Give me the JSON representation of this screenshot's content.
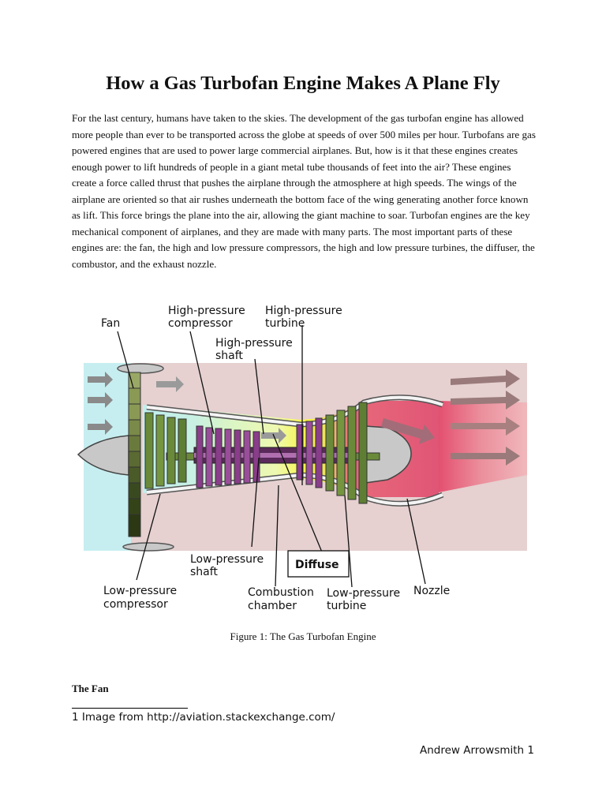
{
  "document": {
    "title": "How a Gas Turbofan Engine Makes A Plane Fly",
    "intro_paragraph": "For the last century, humans have taken to the skies. The development of the gas turbofan engine has allowed more people than ever to be transported across the globe at speeds of over 500 miles per hour. Turbofans are gas powered engines that are used to power large commercial airplanes. But, how is it that these engines creates enough power to lift hundreds of people in a giant metal tube thousands of feet into the air? These engines create a force called thrust that pushes the airplane through the atmosphere at high speeds. The wings of the airplane are oriented so that air rushes underneath the bottom face of the wing generating another force known as lift. This force brings the plane into the air, allowing the giant machine to soar. Turbofan engines are the key mechanical component of airplanes, and they are made with many parts. The most important parts of these engines are: the fan, the high and low pressure compressors, the high and low pressure turbines, the diffuser, the combustor, and the exhaust nozzle.",
    "figure_caption": "Figure 1: The Gas Turbofan Engine",
    "section_heading": "The Fan",
    "footnote": "1 Image from http://aviation.stackexchange.com/",
    "footer": "Andrew Arrowsmith 1"
  },
  "diagram": {
    "labels": {
      "fan": "Fan",
      "hp_compressor_1": "High-pressure",
      "hp_compressor_2": "compressor",
      "hp_turbine_1": "High-pressure",
      "hp_turbine_2": "turbine",
      "hp_shaft_1": "High-pressure",
      "hp_shaft_2": "shaft",
      "lp_shaft_1": "Low-pressure",
      "lp_shaft_2": "shaft",
      "diffuse": "Diffuse",
      "lp_compressor_1": "Low-pressure",
      "lp_compressor_2": "compressor",
      "combustion_1": "Combustion",
      "combustion_2": "chamber",
      "lp_turbine_1": "Low-pressure",
      "lp_turbine_2": "turbine",
      "nozzle": "Nozzle"
    },
    "colors": {
      "intake": "#c9eef0",
      "background": "#e8d2d2",
      "compressor_zone": "#d6f3c9",
      "combustor_zone": "#f2f24a",
      "exhaust_zone": "#e05070",
      "fan_blade": "#8a9a55",
      "lp_blade": "#6a8a3a",
      "hp_blade": "#8a3d8a",
      "shaft": "#5a2a5a",
      "nacelle": "#c8c8c8",
      "arrow": "#8a8a8a"
    }
  }
}
